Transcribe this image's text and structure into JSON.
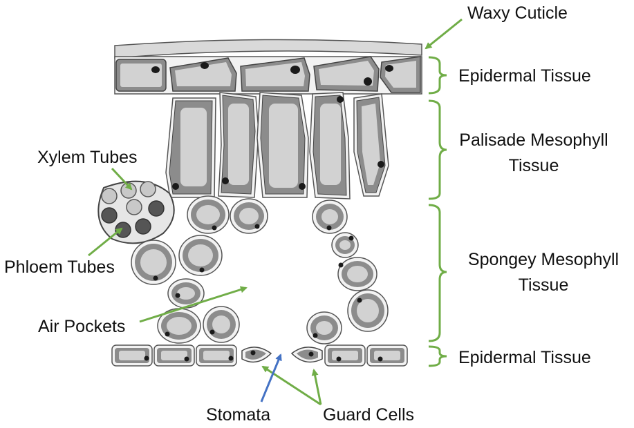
{
  "labels": {
    "waxy_cuticle": "Waxy Cuticle",
    "upper_epidermis": "Epidermal Tissue",
    "palisade_line1": "Palisade Mesophyll",
    "palisade_line2": "Tissue",
    "spongy_line1": "Spongey Mesophyll",
    "spongy_line2": "Tissue",
    "lower_epidermis": "Epidermal Tissue",
    "xylem": "Xylem Tubes",
    "phloem": "Phloem Tubes",
    "air_pockets": "Air Pockets",
    "stomata": "Stomata",
    "guard_cells": "Guard Cells"
  },
  "colors": {
    "annotation_green": "#70ad47",
    "stomata_arrow_blue": "#4472c4",
    "cell_wall": "#555555",
    "cytoplasm": "#8c8c8c",
    "vacuole": "#d2d2d2",
    "nucleus": "#1a1a1a",
    "cuticle": "#d9d9d9",
    "xylem_fill": "#c8c8c8",
    "phloem_fill": "#555555"
  }
}
